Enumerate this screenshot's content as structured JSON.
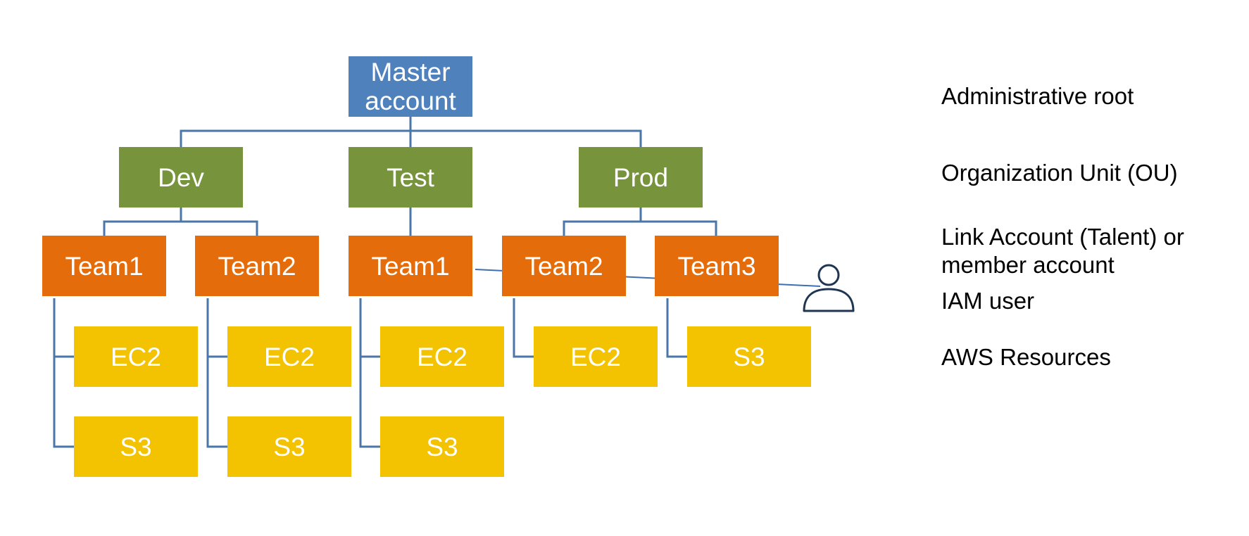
{
  "diagram": {
    "root": {
      "label": "Master\naccount"
    },
    "ous": [
      {
        "label": "Dev"
      },
      {
        "label": "Test"
      },
      {
        "label": "Prod"
      }
    ],
    "teams": [
      {
        "label": "Team1"
      },
      {
        "label": "Team2"
      },
      {
        "label": "Team1"
      },
      {
        "label": "Team2"
      },
      {
        "label": "Team3"
      }
    ],
    "resources": [
      {
        "label": "EC2"
      },
      {
        "label": "S3"
      },
      {
        "label": "EC2"
      },
      {
        "label": "S3"
      },
      {
        "label": "EC2"
      },
      {
        "label": "S3"
      },
      {
        "label": "EC2"
      },
      {
        "label": "S3"
      }
    ],
    "user_icon": "user-icon"
  },
  "legend": [
    {
      "label": "Administrative root"
    },
    {
      "label": "Organization Unit (OU)"
    },
    {
      "label": "Link Account (Talent) or\nmember account"
    },
    {
      "label": "IAM user"
    },
    {
      "label": "AWS Resources"
    }
  ],
  "colors": {
    "master": "#4f81bd",
    "ou": "#77933c",
    "team": "#e46c0a",
    "resource": "#f3c200",
    "connector": "#4a76a8",
    "user_link": "#3f6fb0",
    "user_icon": "#1f3552"
  }
}
